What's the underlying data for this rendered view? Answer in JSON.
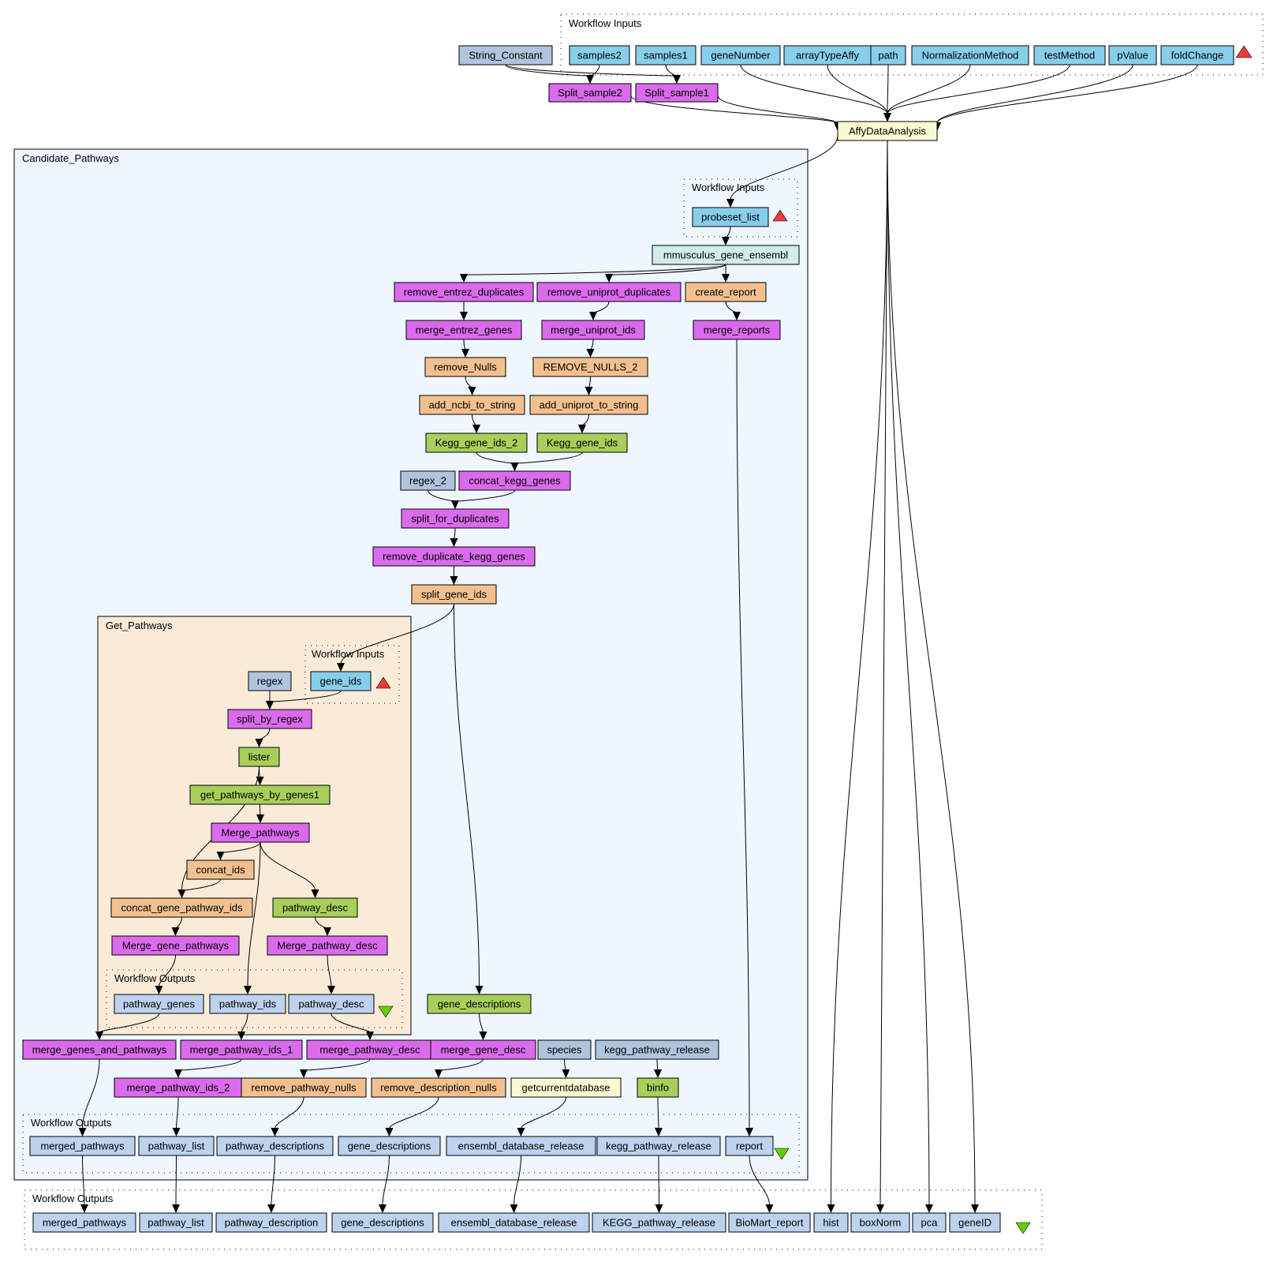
{
  "colors": {
    "workflow_input": "#87ceeb",
    "constant": "#b0c4de",
    "beanshell": "#da6bec",
    "local_worker": "#f2c08f",
    "soap": "#a7cf5a",
    "rshell": "#fafad2",
    "biomart": "#d1ede8",
    "output": "#bcd2ee",
    "cluster_candidate": "#eef6fe",
    "cluster_getpathways": "#faebd9",
    "input_marker": "#ee3a3a",
    "output_marker": "#66cd00"
  },
  "clusters": {
    "top_inputs": "Workflow Inputs",
    "candidate_pathways": "Candidate_Pathways",
    "candidate_inputs": "Workflow Inputs",
    "get_pathways": "Get_Pathways",
    "get_pathways_inputs": "Workflow Inputs",
    "get_pathways_outputs": "Workflow Outputs",
    "candidate_outputs": "Workflow Outputs",
    "top_outputs": "Workflow Outputs"
  },
  "nodes": [
    {
      "id": "String_Constant",
      "label": "String_Constant",
      "type": "constant"
    },
    {
      "id": "samples2",
      "label": "samples2",
      "type": "workflow_input"
    },
    {
      "id": "samples1",
      "label": "samples1",
      "type": "workflow_input"
    },
    {
      "id": "geneNumber",
      "label": "geneNumber",
      "type": "workflow_input"
    },
    {
      "id": "arrayTypeAffy",
      "label": "arrayTypeAffy",
      "type": "workflow_input"
    },
    {
      "id": "path",
      "label": "path",
      "type": "workflow_input"
    },
    {
      "id": "NormalizationMethod",
      "label": "NormalizationMethod",
      "type": "workflow_input"
    },
    {
      "id": "testMethod",
      "label": "testMethod",
      "type": "workflow_input"
    },
    {
      "id": "pValue",
      "label": "pValue",
      "type": "workflow_input"
    },
    {
      "id": "foldChange",
      "label": "foldChange",
      "type": "workflow_input"
    },
    {
      "id": "Split_sample2",
      "label": "Split_sample2",
      "type": "beanshell"
    },
    {
      "id": "Split_sample1",
      "label": "Split_sample1",
      "type": "beanshell"
    },
    {
      "id": "AffyDataAnalysis",
      "label": "AffyDataAnalysis",
      "type": "rshell"
    },
    {
      "id": "probeset_list",
      "label": "probeset_list",
      "type": "workflow_input"
    },
    {
      "id": "mmusculus_gene_ensembl",
      "label": "mmusculus_gene_ensembl",
      "type": "biomart"
    },
    {
      "id": "remove_entrez_duplicates",
      "label": "remove_entrez_duplicates",
      "type": "beanshell"
    },
    {
      "id": "remove_uniprot_duplicates",
      "label": "remove_uniprot_duplicates",
      "type": "beanshell"
    },
    {
      "id": "create_report",
      "label": "create_report",
      "type": "local_worker"
    },
    {
      "id": "merge_entrez_genes",
      "label": "merge_entrez_genes",
      "type": "beanshell"
    },
    {
      "id": "merge_uniprot_ids",
      "label": "merge_uniprot_ids",
      "type": "beanshell"
    },
    {
      "id": "merge_reports",
      "label": "merge_reports",
      "type": "beanshell"
    },
    {
      "id": "remove_Nulls",
      "label": "remove_Nulls",
      "type": "local_worker"
    },
    {
      "id": "REMOVE_NULLS_2",
      "label": "REMOVE_NULLS_2",
      "type": "local_worker"
    },
    {
      "id": "add_ncbi_to_string",
      "label": "add_ncbi_to_string",
      "type": "local_worker"
    },
    {
      "id": "add_uniprot_to_string",
      "label": "add_uniprot_to_string",
      "type": "local_worker"
    },
    {
      "id": "Kegg_gene_ids_2",
      "label": "Kegg_gene_ids_2",
      "type": "soap"
    },
    {
      "id": "Kegg_gene_ids",
      "label": "Kegg_gene_ids",
      "type": "soap"
    },
    {
      "id": "regex_2",
      "label": "regex_2",
      "type": "constant"
    },
    {
      "id": "concat_kegg_genes",
      "label": "concat_kegg_genes",
      "type": "beanshell"
    },
    {
      "id": "split_for_duplicates",
      "label": "split_for_duplicates",
      "type": "beanshell"
    },
    {
      "id": "remove_duplicate_kegg_genes",
      "label": "remove_duplicate_kegg_genes",
      "type": "beanshell"
    },
    {
      "id": "split_gene_ids",
      "label": "split_gene_ids",
      "type": "local_worker"
    },
    {
      "id": "regex",
      "label": "regex",
      "type": "constant"
    },
    {
      "id": "gene_ids",
      "label": "gene_ids",
      "type": "workflow_input"
    },
    {
      "id": "split_by_regex",
      "label": "split_by_regex",
      "type": "beanshell"
    },
    {
      "id": "lister",
      "label": "lister",
      "type": "soap"
    },
    {
      "id": "get_pathways_by_genes1",
      "label": "get_pathways_by_genes1",
      "type": "soap"
    },
    {
      "id": "Merge_pathways",
      "label": "Merge_pathways",
      "type": "beanshell"
    },
    {
      "id": "concat_ids",
      "label": "concat_ids",
      "type": "local_worker"
    },
    {
      "id": "concat_gene_pathway_ids",
      "label": "concat_gene_pathway_ids",
      "type": "local_worker"
    },
    {
      "id": "pathway_desc_svc",
      "label": "pathway_desc",
      "type": "soap"
    },
    {
      "id": "Merge_gene_pathways",
      "label": "Merge_gene_pathways",
      "type": "beanshell"
    },
    {
      "id": "Merge_pathway_desc",
      "label": "Merge_pathway_desc",
      "type": "beanshell"
    },
    {
      "id": "out_pathway_genes",
      "label": "pathway_genes",
      "type": "output"
    },
    {
      "id": "out_pathway_ids",
      "label": "pathway_ids",
      "type": "output"
    },
    {
      "id": "out_pathway_desc",
      "label": "pathway_desc",
      "type": "output"
    },
    {
      "id": "gene_descriptions_svc",
      "label": "gene_descriptions",
      "type": "soap"
    },
    {
      "id": "merge_genes_and_pathways",
      "label": "merge_genes_and_pathways",
      "type": "beanshell"
    },
    {
      "id": "merge_pathway_ids_1",
      "label": "merge_pathway_ids_1",
      "type": "beanshell"
    },
    {
      "id": "merge_pathway_desc",
      "label": "merge_pathway_desc",
      "type": "beanshell"
    },
    {
      "id": "merge_gene_desc",
      "label": "merge_gene_desc",
      "type": "beanshell"
    },
    {
      "id": "species",
      "label": "species",
      "type": "constant"
    },
    {
      "id": "kegg_pathway_release_const",
      "label": "kegg_pathway_release",
      "type": "constant"
    },
    {
      "id": "merge_pathway_ids_2",
      "label": "merge_pathway_ids_2",
      "type": "beanshell"
    },
    {
      "id": "remove_pathway_nulls",
      "label": "remove_pathway_nulls",
      "type": "local_worker"
    },
    {
      "id": "remove_description_nulls",
      "label": "remove_description_nulls",
      "type": "local_worker"
    },
    {
      "id": "getcurrentdatabase",
      "label": "getcurrentdatabase",
      "type": "rshell"
    },
    {
      "id": "binfo",
      "label": "binfo",
      "type": "soap"
    },
    {
      "id": "co_merged_pathways",
      "label": "merged_pathways",
      "type": "output"
    },
    {
      "id": "co_pathway_list",
      "label": "pathway_list",
      "type": "output"
    },
    {
      "id": "co_pathway_descriptions",
      "label": "pathway_descriptions",
      "type": "output"
    },
    {
      "id": "co_gene_descriptions",
      "label": "gene_descriptions",
      "type": "output"
    },
    {
      "id": "co_ensembl_database_release",
      "label": "ensembl_database_release",
      "type": "output"
    },
    {
      "id": "co_kegg_pathway_release",
      "label": "kegg_pathway_release",
      "type": "output"
    },
    {
      "id": "co_report",
      "label": "report",
      "type": "output"
    },
    {
      "id": "o_merged_pathways",
      "label": "merged_pathways",
      "type": "output"
    },
    {
      "id": "o_pathway_list",
      "label": "pathway_list",
      "type": "output"
    },
    {
      "id": "o_pathway_description",
      "label": "pathway_description",
      "type": "output"
    },
    {
      "id": "o_gene_descriptions",
      "label": "gene_descriptions",
      "type": "output"
    },
    {
      "id": "o_ensembl_database_release",
      "label": "ensembl_database_release",
      "type": "output"
    },
    {
      "id": "o_KEGG_pathway_release",
      "label": "KEGG_pathway_release",
      "type": "output"
    },
    {
      "id": "o_BioMart_report",
      "label": "BioMart_report",
      "type": "output"
    },
    {
      "id": "o_hist",
      "label": "hist",
      "type": "output"
    },
    {
      "id": "o_boxNorm",
      "label": "boxNorm",
      "type": "output"
    },
    {
      "id": "o_pca",
      "label": "pca",
      "type": "output"
    },
    {
      "id": "o_geneID",
      "label": "geneID",
      "type": "output"
    }
  ],
  "edges": [
    [
      "String_Constant",
      "Split_sample2"
    ],
    [
      "String_Constant",
      "Split_sample1"
    ],
    [
      "samples2",
      "Split_sample2"
    ],
    [
      "samples1",
      "Split_sample1"
    ],
    [
      "Split_sample2",
      "AffyDataAnalysis"
    ],
    [
      "Split_sample1",
      "AffyDataAnalysis"
    ],
    [
      "geneNumber",
      "AffyDataAnalysis"
    ],
    [
      "arrayTypeAffy",
      "AffyDataAnalysis"
    ],
    [
      "path",
      "AffyDataAnalysis"
    ],
    [
      "NormalizationMethod",
      "AffyDataAnalysis"
    ],
    [
      "testMethod",
      "AffyDataAnalysis"
    ],
    [
      "pValue",
      "AffyDataAnalysis"
    ],
    [
      "foldChange",
      "AffyDataAnalysis"
    ],
    [
      "AffyDataAnalysis",
      "probeset_list"
    ],
    [
      "probeset_list",
      "mmusculus_gene_ensembl"
    ],
    [
      "mmusculus_gene_ensembl",
      "remove_entrez_duplicates"
    ],
    [
      "mmusculus_gene_ensembl",
      "remove_uniprot_duplicates"
    ],
    [
      "mmusculus_gene_ensembl",
      "create_report"
    ],
    [
      "remove_entrez_duplicates",
      "merge_entrez_genes"
    ],
    [
      "remove_uniprot_duplicates",
      "merge_uniprot_ids"
    ],
    [
      "create_report",
      "merge_reports"
    ],
    [
      "merge_entrez_genes",
      "remove_Nulls"
    ],
    [
      "merge_uniprot_ids",
      "REMOVE_NULLS_2"
    ],
    [
      "remove_Nulls",
      "add_ncbi_to_string"
    ],
    [
      "REMOVE_NULLS_2",
      "add_uniprot_to_string"
    ],
    [
      "add_ncbi_to_string",
      "Kegg_gene_ids_2"
    ],
    [
      "add_uniprot_to_string",
      "Kegg_gene_ids"
    ],
    [
      "Kegg_gene_ids_2",
      "concat_kegg_genes"
    ],
    [
      "Kegg_gene_ids",
      "concat_kegg_genes"
    ],
    [
      "regex_2",
      "split_for_duplicates"
    ],
    [
      "concat_kegg_genes",
      "split_for_duplicates"
    ],
    [
      "split_for_duplicates",
      "remove_duplicate_kegg_genes"
    ],
    [
      "remove_duplicate_kegg_genes",
      "split_gene_ids"
    ],
    [
      "split_gene_ids",
      "gene_ids"
    ],
    [
      "split_gene_ids",
      "gene_descriptions_svc"
    ],
    [
      "regex",
      "split_by_regex"
    ],
    [
      "gene_ids",
      "split_by_regex"
    ],
    [
      "split_by_regex",
      "lister"
    ],
    [
      "lister",
      "get_pathways_by_genes1"
    ],
    [
      "lister",
      "concat_gene_pathway_ids"
    ],
    [
      "get_pathways_by_genes1",
      "Merge_pathways"
    ],
    [
      "Merge_pathways",
      "concat_ids"
    ],
    [
      "Merge_pathways",
      "pathway_desc_svc"
    ],
    [
      "Merge_pathways",
      "out_pathway_ids"
    ],
    [
      "concat_ids",
      "concat_gene_pathway_ids"
    ],
    [
      "concat_gene_pathway_ids",
      "Merge_gene_pathways"
    ],
    [
      "pathway_desc_svc",
      "Merge_pathway_desc"
    ],
    [
      "Merge_gene_pathways",
      "out_pathway_genes"
    ],
    [
      "Merge_pathway_desc",
      "out_pathway_desc"
    ],
    [
      "out_pathway_genes",
      "merge_genes_and_pathways"
    ],
    [
      "out_pathway_ids",
      "merge_pathway_ids_1"
    ],
    [
      "out_pathway_desc",
      "merge_pathway_desc"
    ],
    [
      "gene_descriptions_svc",
      "merge_gene_desc"
    ],
    [
      "merge_pathway_ids_1",
      "merge_pathway_ids_2"
    ],
    [
      "merge_pathway_desc",
      "remove_pathway_nulls"
    ],
    [
      "merge_gene_desc",
      "remove_description_nulls"
    ],
    [
      "species",
      "getcurrentdatabase"
    ],
    [
      "kegg_pathway_release_const",
      "binfo"
    ],
    [
      "merge_genes_and_pathways",
      "co_merged_pathways"
    ],
    [
      "merge_pathway_ids_2",
      "co_pathway_list"
    ],
    [
      "remove_pathway_nulls",
      "co_pathway_descriptions"
    ],
    [
      "remove_description_nulls",
      "co_gene_descriptions"
    ],
    [
      "getcurrentdatabase",
      "co_ensembl_database_release"
    ],
    [
      "binfo",
      "co_kegg_pathway_release"
    ],
    [
      "merge_reports",
      "co_report"
    ],
    [
      "co_merged_pathways",
      "o_merged_pathways"
    ],
    [
      "co_pathway_list",
      "o_pathway_list"
    ],
    [
      "co_pathway_descriptions",
      "o_pathway_description"
    ],
    [
      "co_gene_descriptions",
      "o_gene_descriptions"
    ],
    [
      "co_ensembl_database_release",
      "o_ensembl_database_release"
    ],
    [
      "co_kegg_pathway_release",
      "o_KEGG_pathway_release"
    ],
    [
      "co_report",
      "o_BioMart_report"
    ],
    [
      "AffyDataAnalysis",
      "o_hist"
    ],
    [
      "AffyDataAnalysis",
      "o_boxNorm"
    ],
    [
      "AffyDataAnalysis",
      "o_pca"
    ],
    [
      "AffyDataAnalysis",
      "o_geneID"
    ]
  ]
}
